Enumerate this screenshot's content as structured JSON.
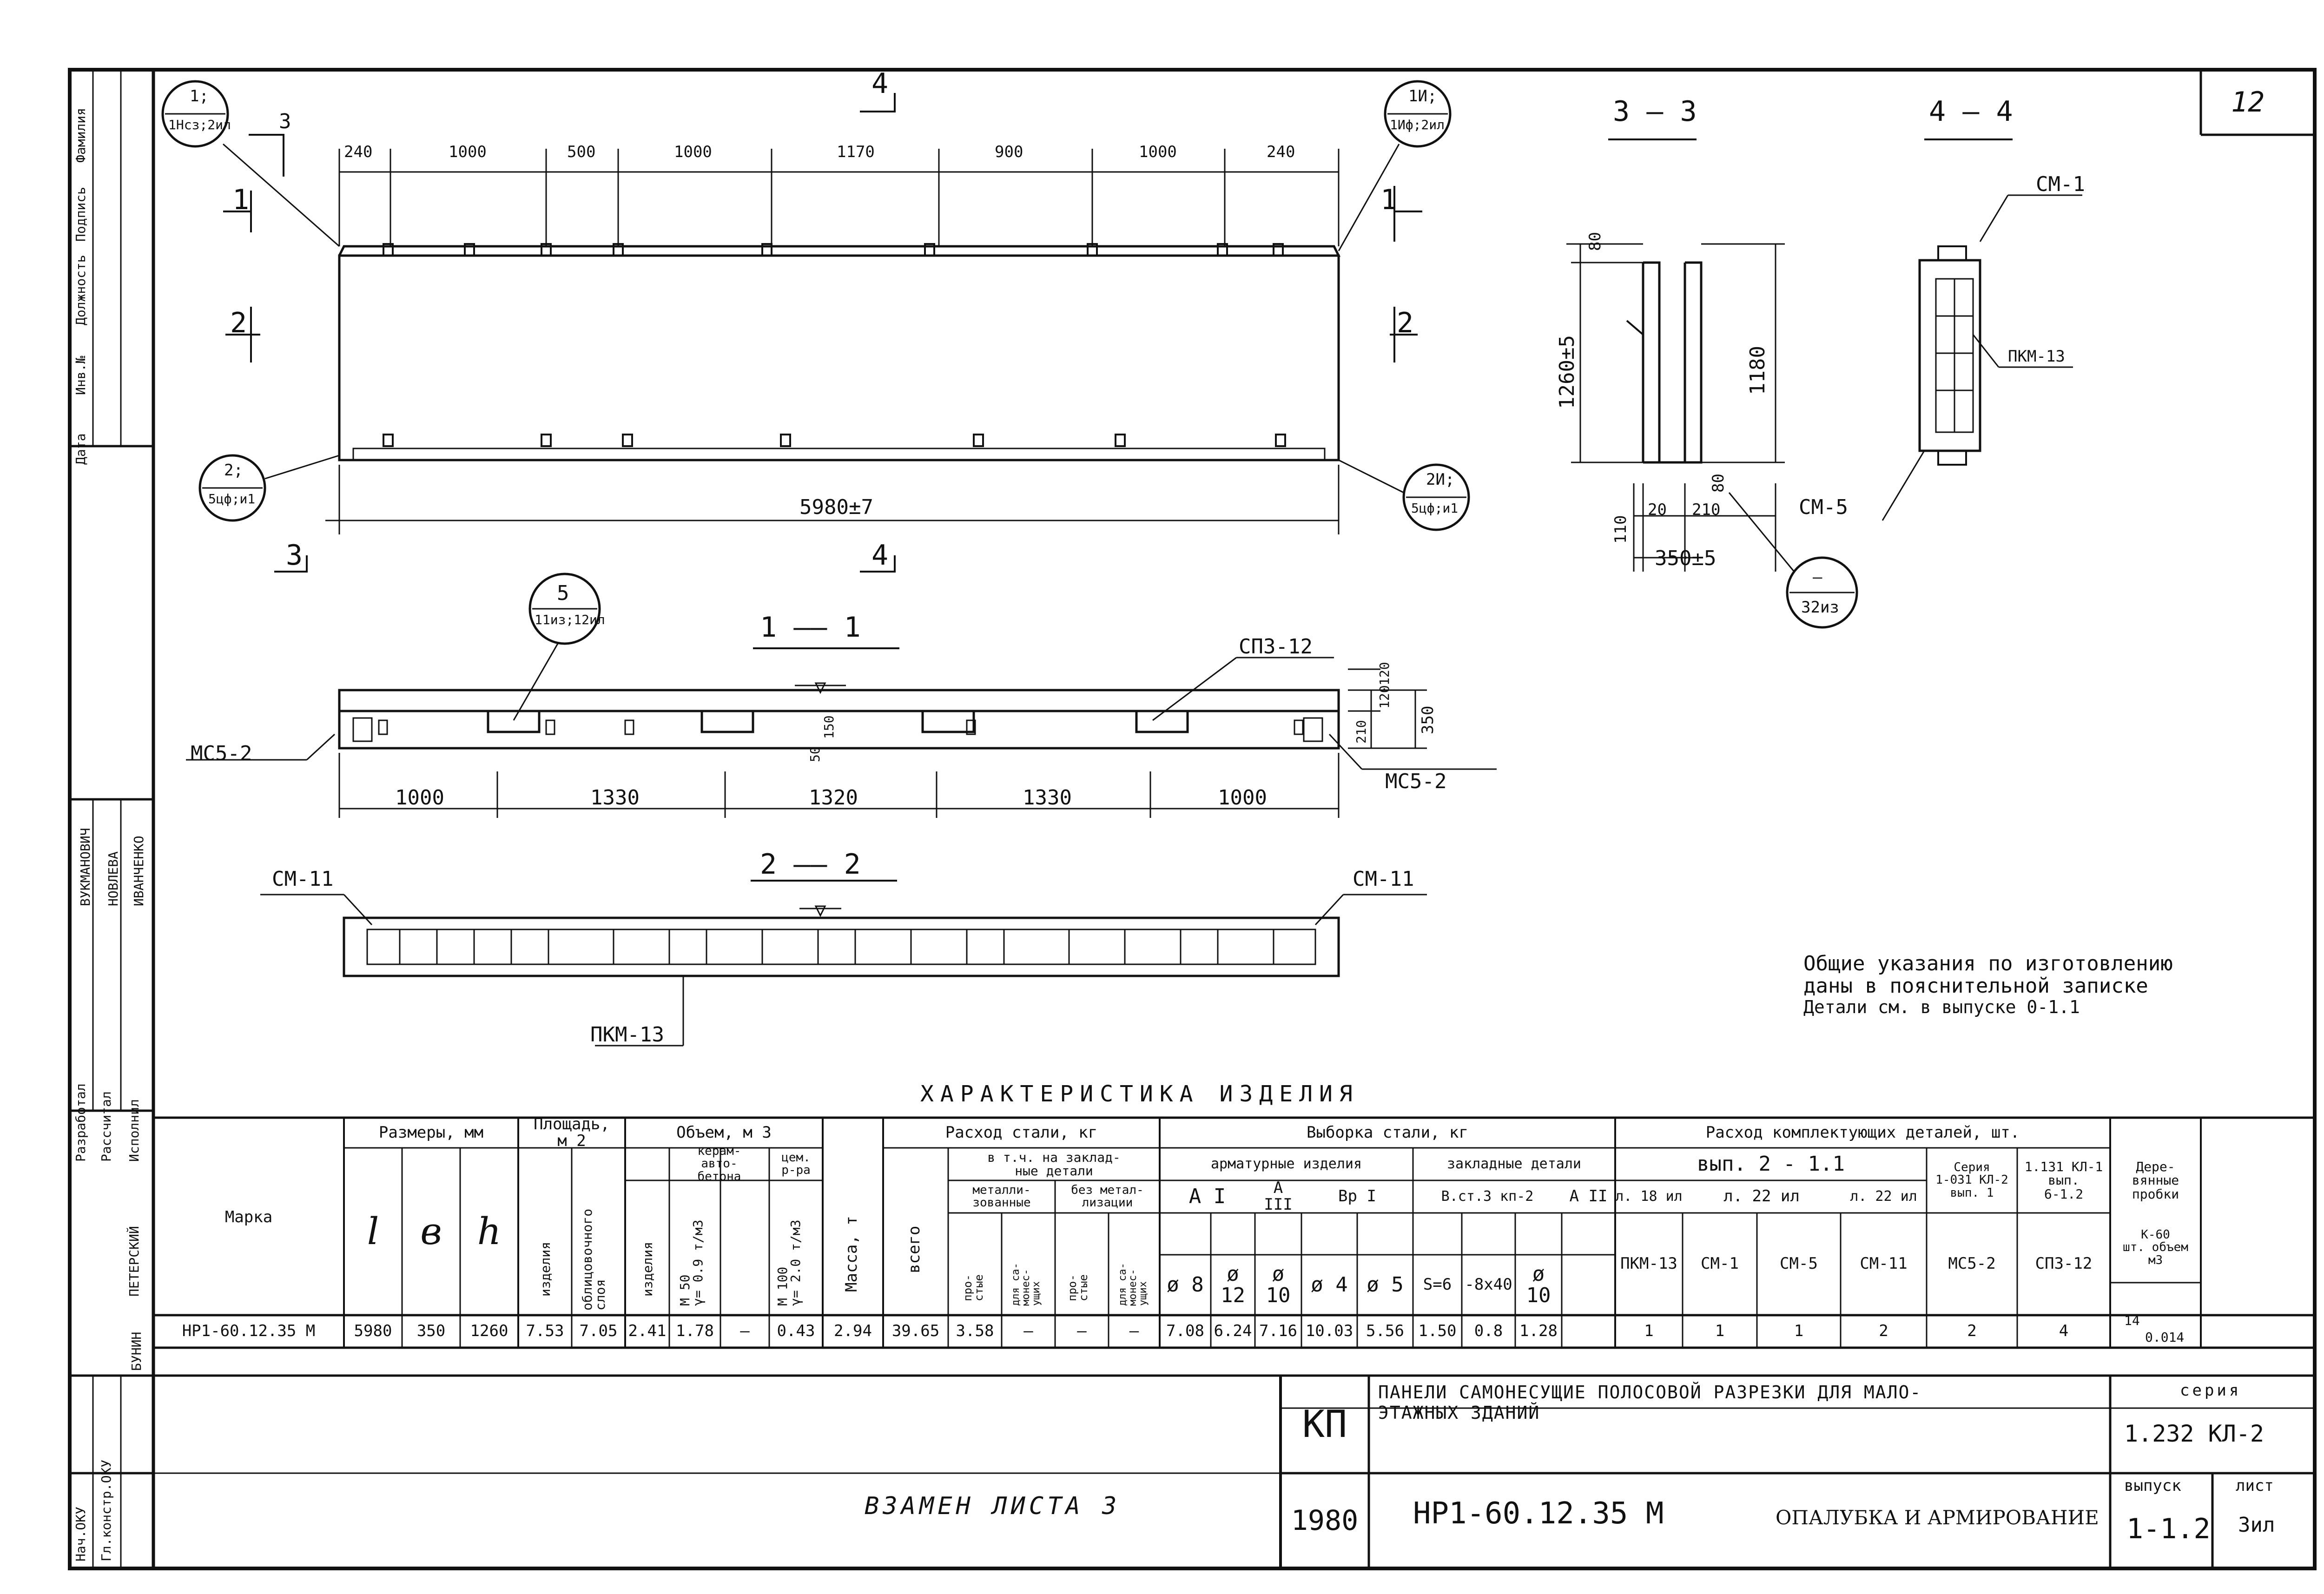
{
  "sheet": {
    "page_no": "12"
  },
  "views": {
    "elevation": {
      "mark_tl": {
        "top": "1;",
        "bottom": "1Нсз;2ил"
      },
      "mark_tr": {
        "top": "1И;",
        "bottom": "1Иф;2ил"
      },
      "mark_bl": {
        "top": "2;",
        "bottom": "5цф;и1"
      },
      "mark_br": {
        "top": "2И;",
        "bottom": "5цф;и1"
      },
      "dims_top": [
        "240",
        "1000",
        "500",
        "1000",
        "1170",
        "900",
        "1000",
        "240"
      ],
      "overall_dim": "5980±7",
      "dim_3": "3",
      "cuts": {
        "c1l": "1",
        "c1r": "1",
        "c2l": "2",
        "c2r": "2",
        "c3t": "3",
        "c3b": "3",
        "c4t": "4",
        "c4b": "4"
      }
    },
    "section_33": {
      "title": "3 — 3",
      "dims": {
        "top": "80",
        "h_total": "1260±5",
        "h_inner": "1180",
        "bottom": "80",
        "b1": "110",
        "b2": "20",
        "b3": "210",
        "b_total": "350±5"
      },
      "mark": {
        "top": "—",
        "bottom": "32из"
      }
    },
    "section_44": {
      "title": "4 — 4",
      "labels": {
        "cm1": "СМ-1",
        "pkm": "ПКМ-13",
        "cm5": "СМ-5"
      }
    },
    "section_11": {
      "title": "1 —— 1",
      "mark5": {
        "top": "5",
        "bottom": "11из;12ил"
      },
      "spz": "СПЗ-12",
      "mcs_left": "МС5-2",
      "mcs_right": "МС5-2",
      "dims": [
        "1000",
        "1330",
        "1320",
        "1330",
        "1000"
      ],
      "h_dims": {
        "top": "120",
        "mid": "120",
        "low": "210",
        "total": "350"
      },
      "d50": "50",
      "d150": "150"
    },
    "section_22": {
      "title": "2 —— 2",
      "cm_left": "СМ-11",
      "cm_right": "СМ-11",
      "pkm": "ПКМ-13"
    }
  },
  "notes": [
    "Общие указания по изготовлению",
    "даны в пояснительной записке",
    "Детали см. в выпуске 0-1.1"
  ],
  "table": {
    "title": "ХАРАКТЕРИСТИКА ИЗДЕЛИЯ",
    "headers": {
      "marka": "Марка",
      "razmery": "Размеры, мм",
      "l": "l",
      "b": "в",
      "h": "h",
      "ploshad": "Площадь,\nм 2",
      "izdeliya_pl": "изделия",
      "oblits": "облицовочного\nслоя",
      "obem": "Объем, м 3",
      "izdeliya_ob": "изделия",
      "keram": "керам-\nавто-\nбетона",
      "keram_sub": "М 50\nγ= 0.9 т/м3",
      "cem": "цем.\nр-ра",
      "cem_sub": "М 100\nγ= 2.0 т/м3",
      "massa": "Масса, т",
      "rashod": "Расход стали, кг",
      "vsego": "всего",
      "vtch": "в т.ч. на заклад-\nные детали",
      "metal": "металли-\nзованные",
      "bez": "без метал-\nлизации",
      "prost1": "про-\nстые",
      "dlya1": "для са-\nмонес-\nущих",
      "prost2": "про-\nстые",
      "dlya2": "для са-\nмонес-\nущих",
      "vyborka": "Выборка стали, кг",
      "armat": "арматурные изделия",
      "zaklad": "закладные детали",
      "a1": "А I",
      "a3": "А III",
      "vr1": "Вр I",
      "vst": "В.ст.3 кп-2",
      "a2": "А II",
      "d8": "ø 8",
      "d12": "ø 12",
      "d10a": "ø 10",
      "d4": "ø 4",
      "d5": "ø 5",
      "s": "S=6",
      "s2": "-8x40",
      "d10b": "ø 10",
      "rashod_kompl": "Расход комплектующих деталей, шт.",
      "vyp": "вып. 2 - 1.1",
      "l18": "л. 18 ил",
      "l22": "л. 22 ил",
      "l22b": "л. 22 ил",
      "seriya": "Серия\n1-031 КЛ-2\nвып. 1",
      "s131": "1.131 КЛ-1\nвып.\n6-1.2",
      "derev": "Дере-\nвянные\nпробки",
      "pkm13": "ПКМ-13",
      "cm1": "СМ-1",
      "cm5": "СМ-5",
      "cm11": "СМ-11",
      "mcs2": "МС5-2",
      "spz12": "СПЗ-12",
      "k60": "К-60\nшт. объем\nм3"
    },
    "row": {
      "marka": "НР1-60.12.35 М",
      "l": "5980",
      "b": "350",
      "h": "1260",
      "pl_izd": "7.53",
      "pl_obl": "7.05",
      "ob_izd": "2.41",
      "ob_ker": "1.78",
      "ob_cem_dash": "—",
      "ob_cem": "0.43",
      "massa": "2.94",
      "vsego": "39.65",
      "prost1": "3.58",
      "dlya1": "—",
      "prost2": "—",
      "dlya2": "—",
      "d8": "7.08",
      "d12": "6.24",
      "d10a": "7.16",
      "d4": "10.03",
      "d5": "5.56",
      "s": "1.50",
      "s2": "0.8",
      "d10b": "1.28",
      "pkm13": "1",
      "cm1": "1",
      "cm5": "1",
      "cm11": "2",
      "mcs2": "2",
      "spz12": "4",
      "k60_n": "14",
      "k60_v": "0.014"
    }
  },
  "stamp": {
    "kp": "КП",
    "title": "ПАНЕЛИ САМОНЕСУЩИЕ ПОЛОСОВОЙ РАЗРЕЗКИ ДЛЯ МАЛО-\nЭТАЖНЫХ ЗДАНИЙ",
    "year": "1980",
    "code": "НР1-60.12.35 М",
    "subtitle": "ОПАЛУБКА И АРМИРОВАНИЕ",
    "seriya_lbl": "серия",
    "seriya": "1.232 КЛ-2",
    "vypusk_lbl": "выпуск",
    "vypusk": "1-1.2",
    "list_lbl": "лист",
    "list": "3ил",
    "vzamen": "ВЗАМЕН ЛИСТА 3"
  },
  "sidebar": {
    "roles": [
      "Разработал",
      "Рассчитал",
      "Исполнил",
      "Нач.ОКУ",
      "Гл.констр.ОКУ"
    ],
    "top_cols": [
      "Дата",
      "Инв.№",
      "Должность",
      "Подпись",
      "Фамилия"
    ],
    "names": [
      "ПЕТЕРСКИЙ",
      "БУНИН",
      "ИВАНЧЕНКО",
      "НОВЛЕВА",
      "ВУКМАНОВИЧ"
    ]
  }
}
